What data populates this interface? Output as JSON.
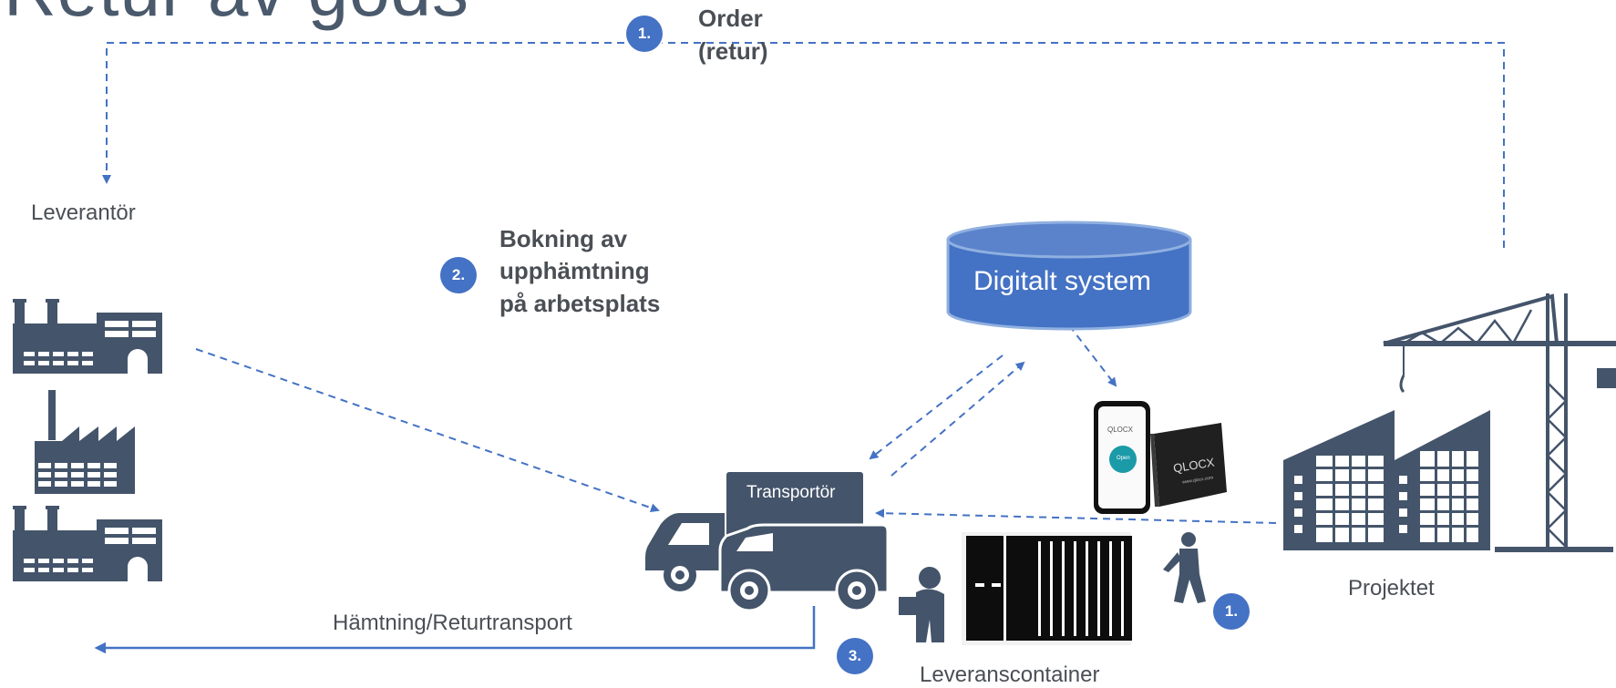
{
  "title": "Retur av gods",
  "steps": {
    "order_num": "1.",
    "order_label_line1": "Order",
    "order_label_line2": "(retur)",
    "booking_num": "2.",
    "booking_line1": "Bokning av",
    "booking_line2": "upphämtning",
    "booking_line3": "på arbetsplats",
    "pickup_num": "3.",
    "worker_num": "1."
  },
  "nodes": {
    "supplier": "Leverantör",
    "digital_system": "Digitalt system",
    "carrier": "Transportör",
    "project": "Projektet",
    "container": "Leveranscontainer",
    "return_transport": "Hämtning/Returtransport"
  },
  "device_texts": {
    "phone_logo": "QLOCX",
    "phone_button": "Open",
    "box_logo": "QLOCX",
    "box_url": "www.qlocx.com"
  },
  "colors": {
    "accent": "#4472c4",
    "icon": "#44546a",
    "arrow": "#4472c4"
  }
}
